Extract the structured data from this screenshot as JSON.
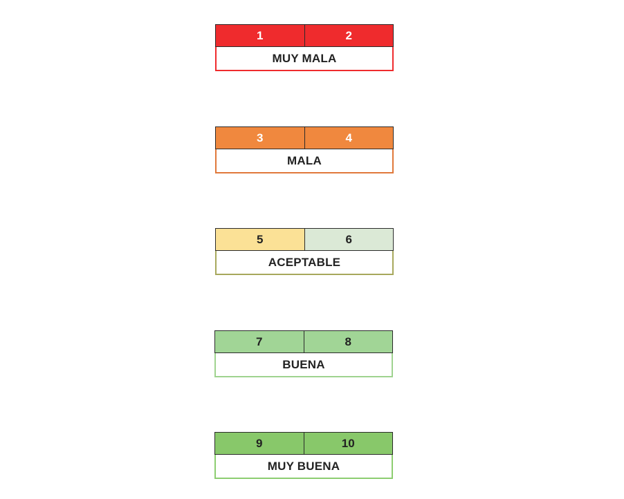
{
  "rating_scale": [
    {
      "label": "MUY MALA",
      "cells": [
        {
          "value": "1",
          "color": "#ef2b2d",
          "text_color": "#ffffff"
        },
        {
          "value": "2",
          "color": "#ef2b2d",
          "text_color": "#ffffff"
        }
      ],
      "border_color": "#ef2b2d"
    },
    {
      "label": "MALA",
      "cells": [
        {
          "value": "3",
          "color": "#f0883e",
          "text_color": "#ffffff"
        },
        {
          "value": "4",
          "color": "#f0883e",
          "text_color": "#ffffff"
        }
      ],
      "border_color": "#e0783a"
    },
    {
      "label": "ACEPTABLE",
      "cells": [
        {
          "value": "5",
          "color": "#fbe196",
          "text_color": "#222222"
        },
        {
          "value": "6",
          "color": "#dbe9d6",
          "text_color": "#222222"
        }
      ],
      "border_color": "#a7a85c"
    },
    {
      "label": "BUENA",
      "cells": [
        {
          "value": "7",
          "color": "#a1d596",
          "text_color": "#222222"
        },
        {
          "value": "8",
          "color": "#a1d596",
          "text_color": "#222222"
        }
      ],
      "border_color": "#9fd38f"
    },
    {
      "label": "MUY BUENA",
      "cells": [
        {
          "value": "9",
          "color": "#88c86a",
          "text_color": "#222222"
        },
        {
          "value": "10",
          "color": "#88c86a",
          "text_color": "#222222"
        }
      ],
      "border_color": "#8ccd70"
    }
  ]
}
